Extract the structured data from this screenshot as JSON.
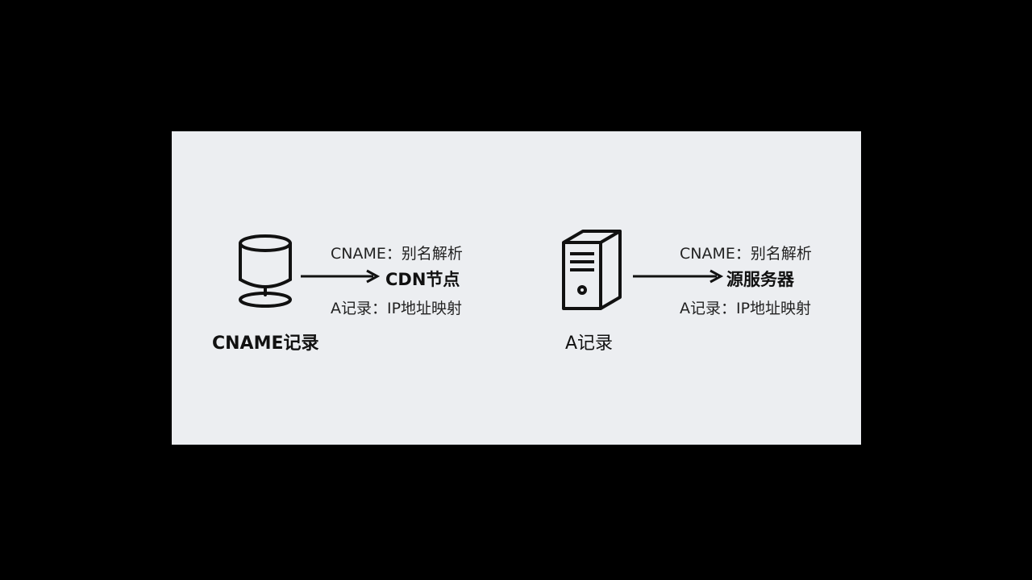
{
  "left_group": {
    "icon": "database-icon",
    "caption": "CNAME记录",
    "line1": "CNAME：别名解析",
    "target": "CDN节点",
    "line2": "A记录：IP地址映射"
  },
  "right_group": {
    "icon": "server-icon",
    "caption": "A记录",
    "line1": "CNAME：别名解析",
    "target": "源服务器",
    "line2": "A记录：IP地址映射"
  },
  "colors": {
    "background": "#000000",
    "panel": "#eceef1",
    "ink": "#111111"
  }
}
